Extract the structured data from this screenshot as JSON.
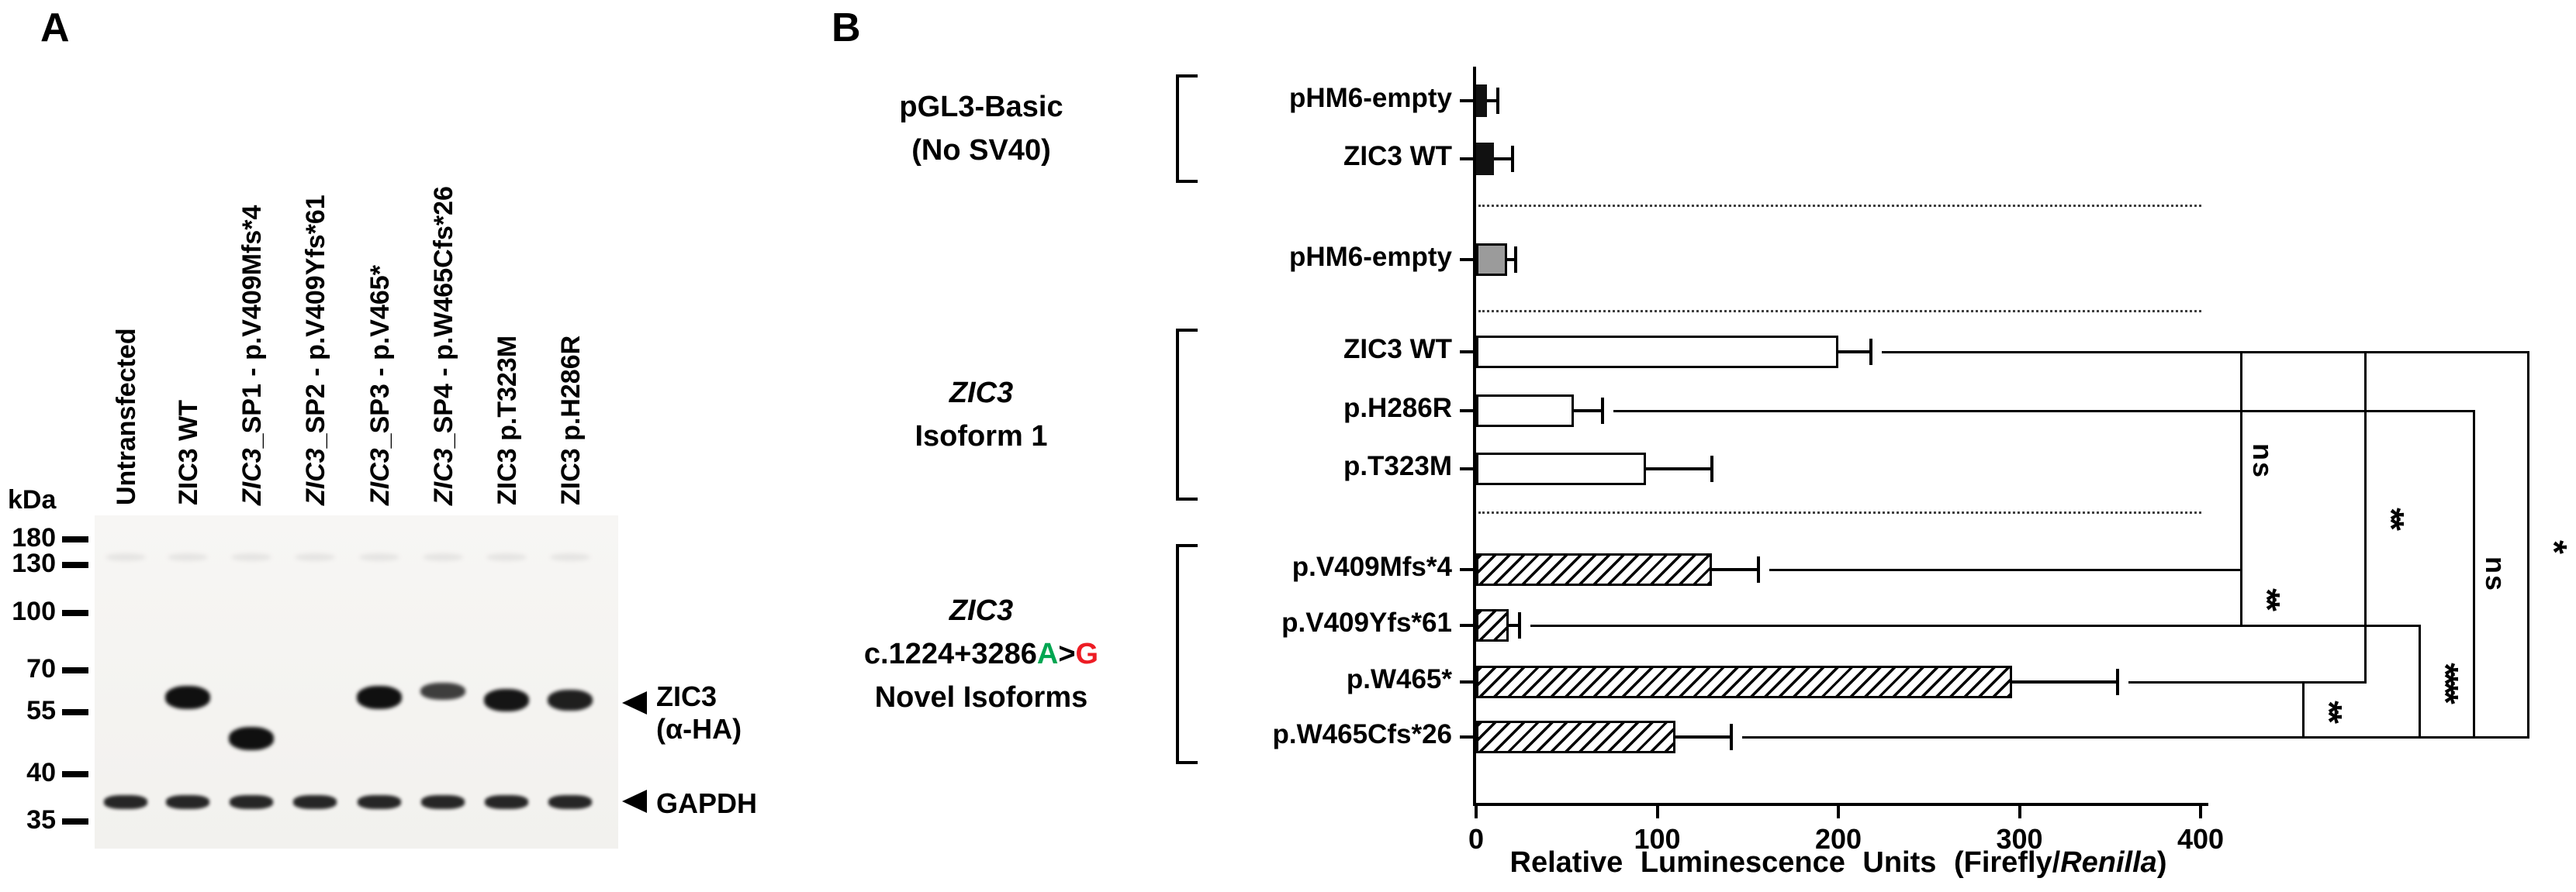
{
  "panels": {
    "a_label": "A",
    "b_label": "B"
  },
  "panel_a": {
    "kda_unit": "kDa",
    "markers": [
      "180",
      "130",
      "100",
      "70",
      "55",
      "40",
      "35"
    ],
    "lanes": [
      {
        "italic": "",
        "rest": "Untransfected"
      },
      {
        "italic": "",
        "rest": "ZIC3 WT"
      },
      {
        "italic": "ZIC3",
        "rest": "_SP1 - p.V409Mfs*4"
      },
      {
        "italic": "ZIC3",
        "rest": "_SP2 - p.V409Yfs*61"
      },
      {
        "italic": "ZIC3",
        "rest": "_SP3 - p.V465*"
      },
      {
        "italic": "ZIC3",
        "rest": "_SP4 - p.W465Cfs*26"
      },
      {
        "italic": "",
        "rest": "ZIC3 p.T323M"
      },
      {
        "italic": "",
        "rest": "ZIC3 p.H286R"
      }
    ],
    "bands": {
      "zic3": [
        null,
        {
          "kda": 60,
          "strength": 1
        },
        {
          "kda": 48,
          "strength": 1
        },
        null,
        {
          "kda": 60,
          "strength": 1
        },
        {
          "kda": 62,
          "strength": 0.55
        },
        {
          "kda": 59,
          "strength": 0.95
        },
        {
          "kda": 59,
          "strength": 0.85
        }
      ],
      "gapdh_all_lanes": true
    },
    "annotations": {
      "zic3_line1": "ZIC3",
      "zic3_line2": "(α-HA)",
      "gapdh": "GAPDH"
    }
  },
  "panel_b": {
    "groups": [
      {
        "lines": [
          {
            "text": "pGL3-Basic"
          },
          {
            "text": "(No SV40)"
          }
        ]
      },
      {
        "lines": [
          {
            "text": "ZIC3",
            "italic": true
          },
          {
            "text": "Isoform 1"
          }
        ]
      },
      {
        "lines": [
          {
            "text": "ZIC3",
            "italic": true
          },
          {
            "mutation": true
          },
          {
            "text": "Novel Isoforms"
          }
        ]
      }
    ],
    "mutation_parts": {
      "pre": "c.1224+3286",
      "a": "A",
      "gt": ">",
      "g": "G"
    },
    "colors": {
      "green": "#00a651",
      "red": "#ed1c24"
    }
  },
  "chart_data": {
    "type": "bar",
    "orientation": "horizontal",
    "title": "",
    "xlabel_parts": {
      "pre": "Relative Luminescence Units (Firefly/",
      "italic": "Renilla",
      "post": ")"
    },
    "xlabel_plain": "Relative Luminescence Units (Firefly/Renilla)",
    "xlim": [
      0,
      400
    ],
    "xticks": [
      "0",
      "100",
      "200",
      "300",
      "400"
    ],
    "grid": false,
    "legend": null,
    "rows": [
      {
        "label": "pHM6-empty",
        "value": 6,
        "error": 6,
        "style": "black",
        "group": "pGL3-Basic (No SV40)"
      },
      {
        "label": "ZIC3 WT",
        "value": 10,
        "error": 10,
        "style": "black",
        "group": "pGL3-Basic (No SV40)"
      },
      {
        "label": "pHM6-empty",
        "value": 17,
        "error": 5,
        "style": "gray",
        "group": ""
      },
      {
        "label": "ZIC3 WT",
        "value": 200,
        "error": 18,
        "style": "white",
        "group": "ZIC3 Isoform 1"
      },
      {
        "label": "p.H286R",
        "value": 54,
        "error": 16,
        "style": "white",
        "group": "ZIC3 Isoform 1"
      },
      {
        "label": "p.T323M",
        "value": 94,
        "error": 36,
        "style": "white",
        "group": "ZIC3 Isoform 1"
      },
      {
        "label": "p.V409Mfs*4",
        "value": 130,
        "error": 26,
        "style": "hatched",
        "group": "ZIC3 c.1224+3286A>G Novel Isoforms"
      },
      {
        "label": "p.V409Yfs*61",
        "value": 18,
        "error": 6,
        "style": "hatched",
        "group": "ZIC3 c.1224+3286A>G Novel Isoforms"
      },
      {
        "label": "p.W465*",
        "value": 296,
        "error": 58,
        "style": "hatched",
        "group": "ZIC3 c.1224+3286A>G Novel Isoforms"
      },
      {
        "label": "p.W465Cfs*26",
        "value": 110,
        "error": 31,
        "style": "hatched",
        "group": "ZIC3 c.1224+3286A>G Novel Isoforms"
      }
    ],
    "comparisons": [
      {
        "a": 3,
        "b": 6,
        "label": "ns",
        "col": 0
      },
      {
        "a": 6,
        "b": 7,
        "label": "**",
        "col": 0
      },
      {
        "a": 8,
        "b": 9,
        "label": "**",
        "col": 1
      },
      {
        "a": 3,
        "b": 8,
        "label": "**",
        "col": 2
      },
      {
        "a": 7,
        "b": 9,
        "label": "****",
        "col": 3
      },
      {
        "a": 4,
        "b": 9,
        "label": "ns",
        "col": 4
      },
      {
        "a": 3,
        "b": 9,
        "label": "*",
        "col": 5
      }
    ]
  }
}
